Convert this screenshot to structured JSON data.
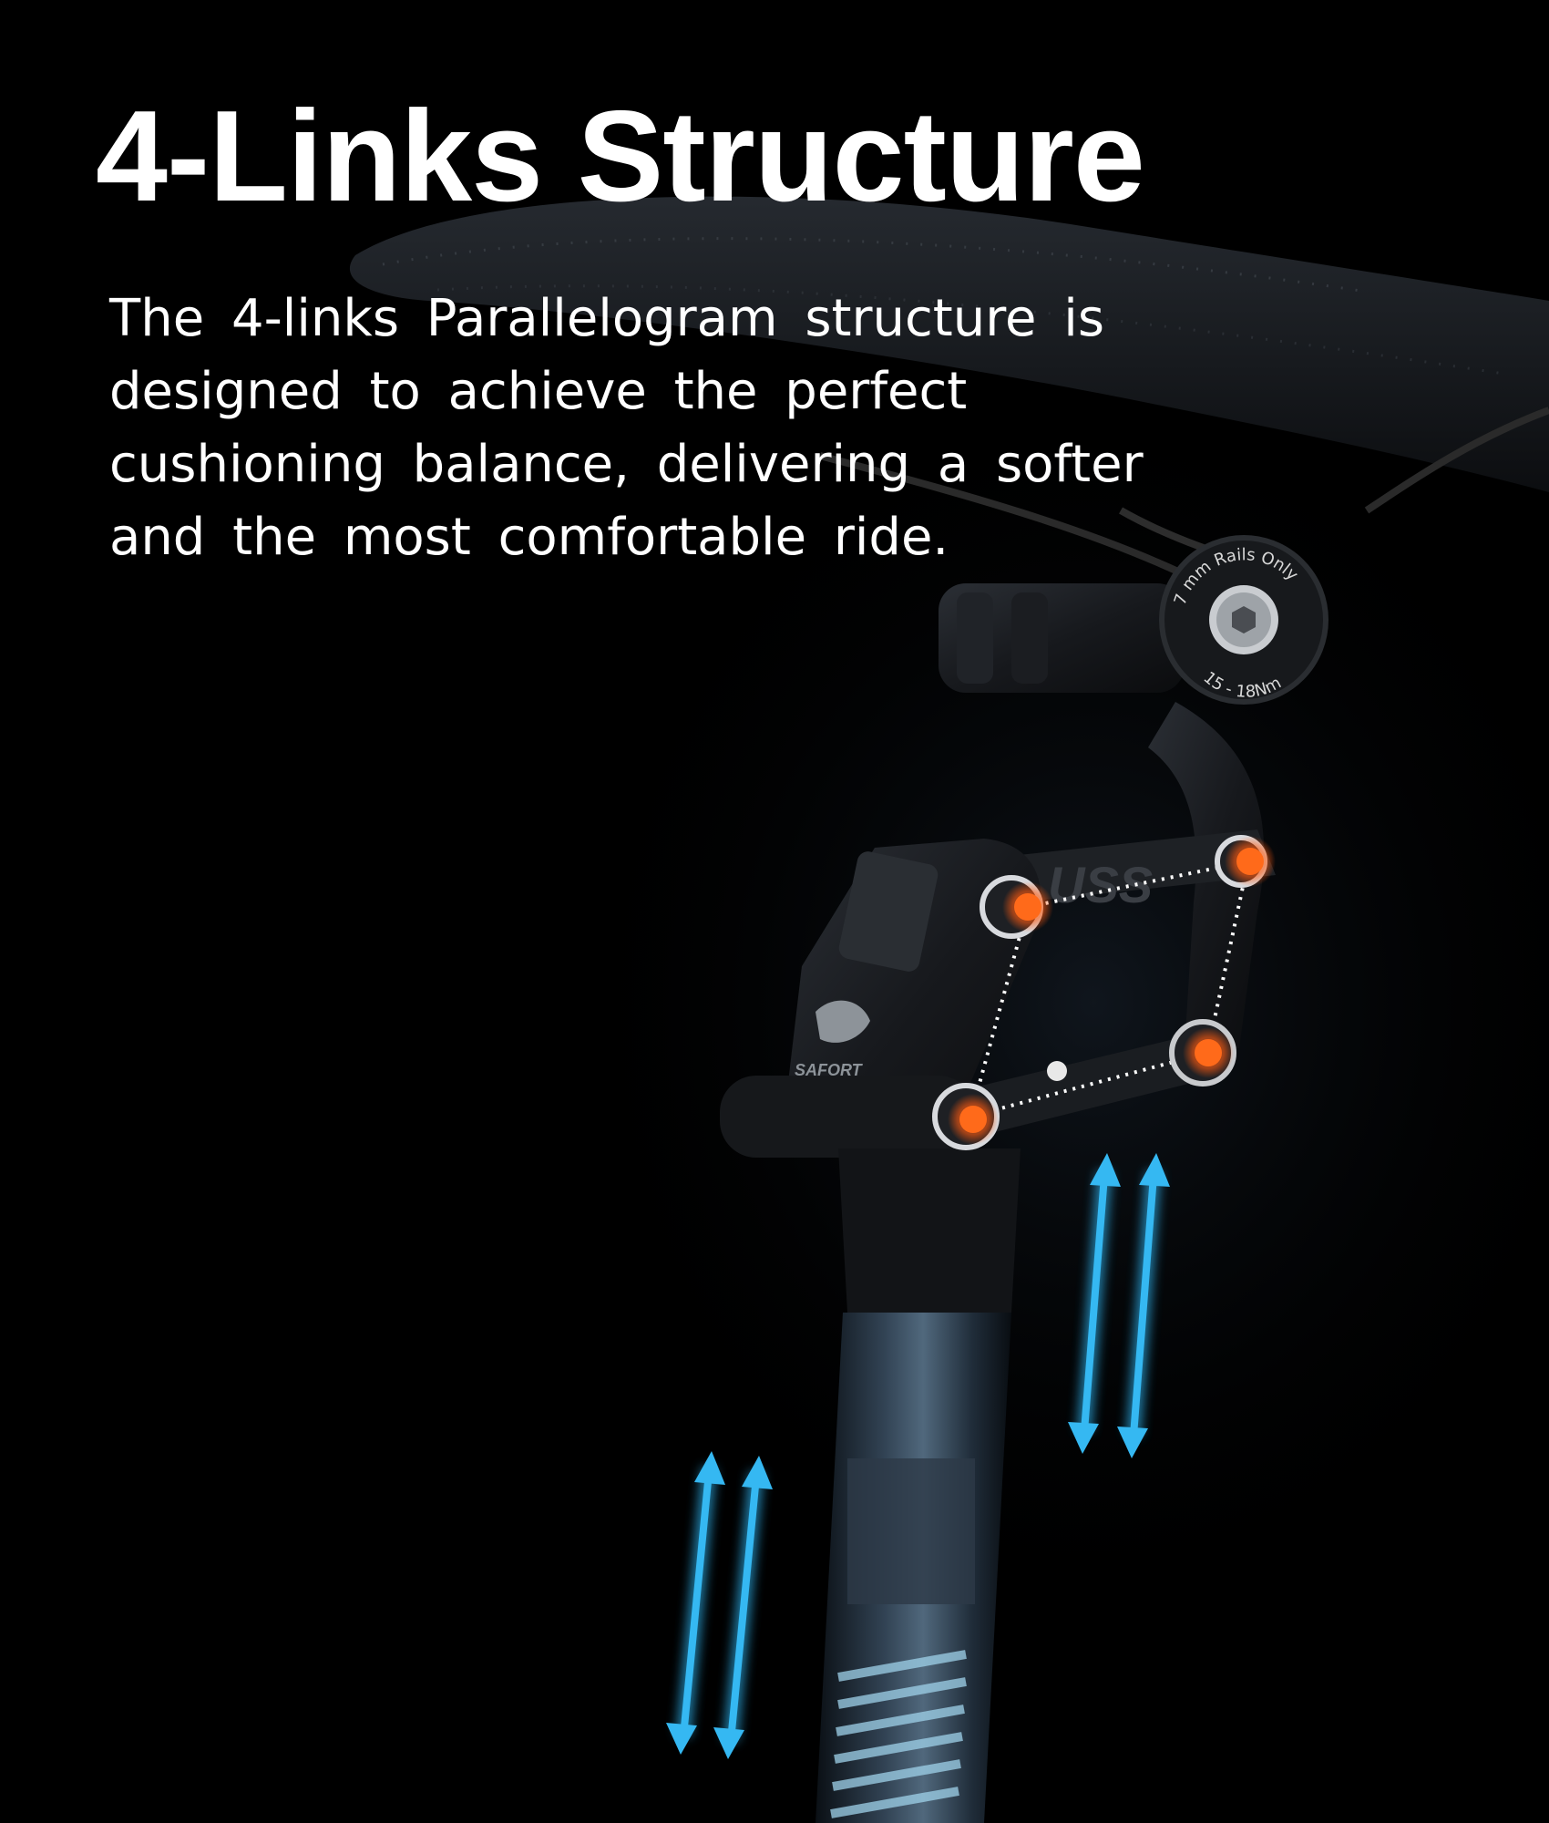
{
  "header": {
    "title": "4-Links Structure",
    "description": "The 4-links Parallelogram structure is designed to achieve the perfect cushioning balance, delivering a softer and the most comfortable ride."
  },
  "product_markings": {
    "clamp_ring_top": "7 mm Rails Only",
    "clamp_ring_bottom": "15 - 18Nm",
    "link_logo": "USS",
    "brand_mark": "SAFORT"
  },
  "colors": {
    "background": "#000000",
    "text": "#ffffff",
    "pivot_accent": "#ff6a1a",
    "arrow_accent": "#2fb4f0"
  },
  "icons": {
    "pivot": "orange-pivot-dot",
    "motion": "double-arrow-up-down"
  }
}
